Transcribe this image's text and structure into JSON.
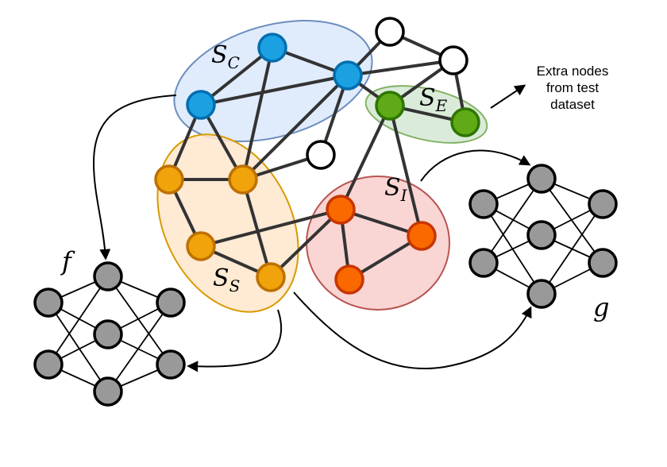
{
  "sets": [
    {
      "id": "SC",
      "main": "S",
      "sub": "C",
      "fill": "#dae8fc",
      "stroke": "#6c8ebf"
    },
    {
      "id": "SE",
      "main": "S",
      "sub": "E",
      "fill": "#d5e8d4",
      "stroke": "#82b366"
    },
    {
      "id": "SS",
      "main": "S",
      "sub": "S",
      "fill": "#ffe6cc",
      "stroke": "#d79b00"
    },
    {
      "id": "SI",
      "main": "S",
      "sub": "I",
      "fill": "#f8cecc",
      "stroke": "#b85450"
    }
  ],
  "node_colors": {
    "blue": {
      "fill": "#1ba1e2",
      "stroke": "#006eaf"
    },
    "green": {
      "fill": "#60a917",
      "stroke": "#2d7600"
    },
    "orange": {
      "fill": "#f0a30a",
      "stroke": "#bd7000"
    },
    "red": {
      "fill": "#fa6800",
      "stroke": "#c73500"
    },
    "white": {
      "fill": "#ffffff",
      "stroke": "#000000"
    },
    "gray": {
      "fill": "#999999",
      "stroke": "#000000"
    }
  },
  "network_f_label": "f",
  "network_g_label": "g",
  "annotation": {
    "line1": "Extra nodes",
    "line2": "from test",
    "line3": "dataset"
  }
}
